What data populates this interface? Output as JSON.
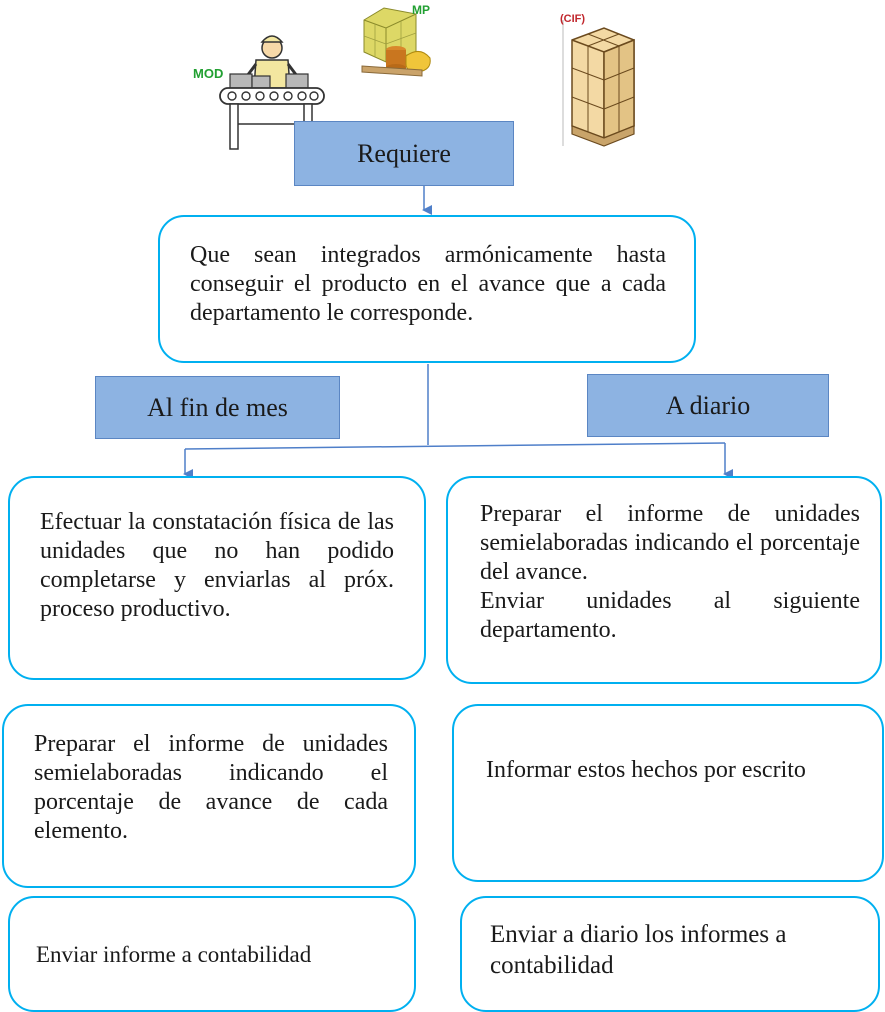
{
  "icons": {
    "mod": {
      "label": "MOD",
      "color": "#22a032",
      "name": "worker-conveyor-icon"
    },
    "mp": {
      "label": "MP",
      "color": "#22a032",
      "name": "raw-materials-icon"
    },
    "cif": {
      "label": "(CIF)",
      "color": "#c1272d",
      "name": "pallet-boxes-icon"
    }
  },
  "header": {
    "label": "Requiere"
  },
  "main_box": {
    "text": "Que sean integrados armónicamente hasta conseguir el producto en el avance que a cada departamento le corresponde."
  },
  "branches": {
    "left": {
      "label": "Al fin de mes"
    },
    "right": {
      "label": "A diario"
    }
  },
  "left_column": [
    {
      "text": "Efectuar la constatación física de las unidades que no han podido completarse y enviarlas al próx. proceso productivo."
    },
    {
      "text": "Preparar el informe de unidades semielaboradas indicando el porcentaje de avance de cada elemento."
    },
    {
      "text": "Enviar informe a contabilidad"
    }
  ],
  "right_column": [
    {
      "line1": "Preparar el informe de unidades semielaboradas indicando el porcentaje del avance.",
      "line2": "Enviar unidades al siguiente departamento."
    },
    {
      "text": "Informar estos hechos por escrito"
    },
    {
      "text": "Enviar a diario los informes a contabilidad"
    }
  ],
  "colors": {
    "box_border": "#00b0f0",
    "label_fill": "#8db3e2",
    "connector": "#4f7fc9"
  }
}
